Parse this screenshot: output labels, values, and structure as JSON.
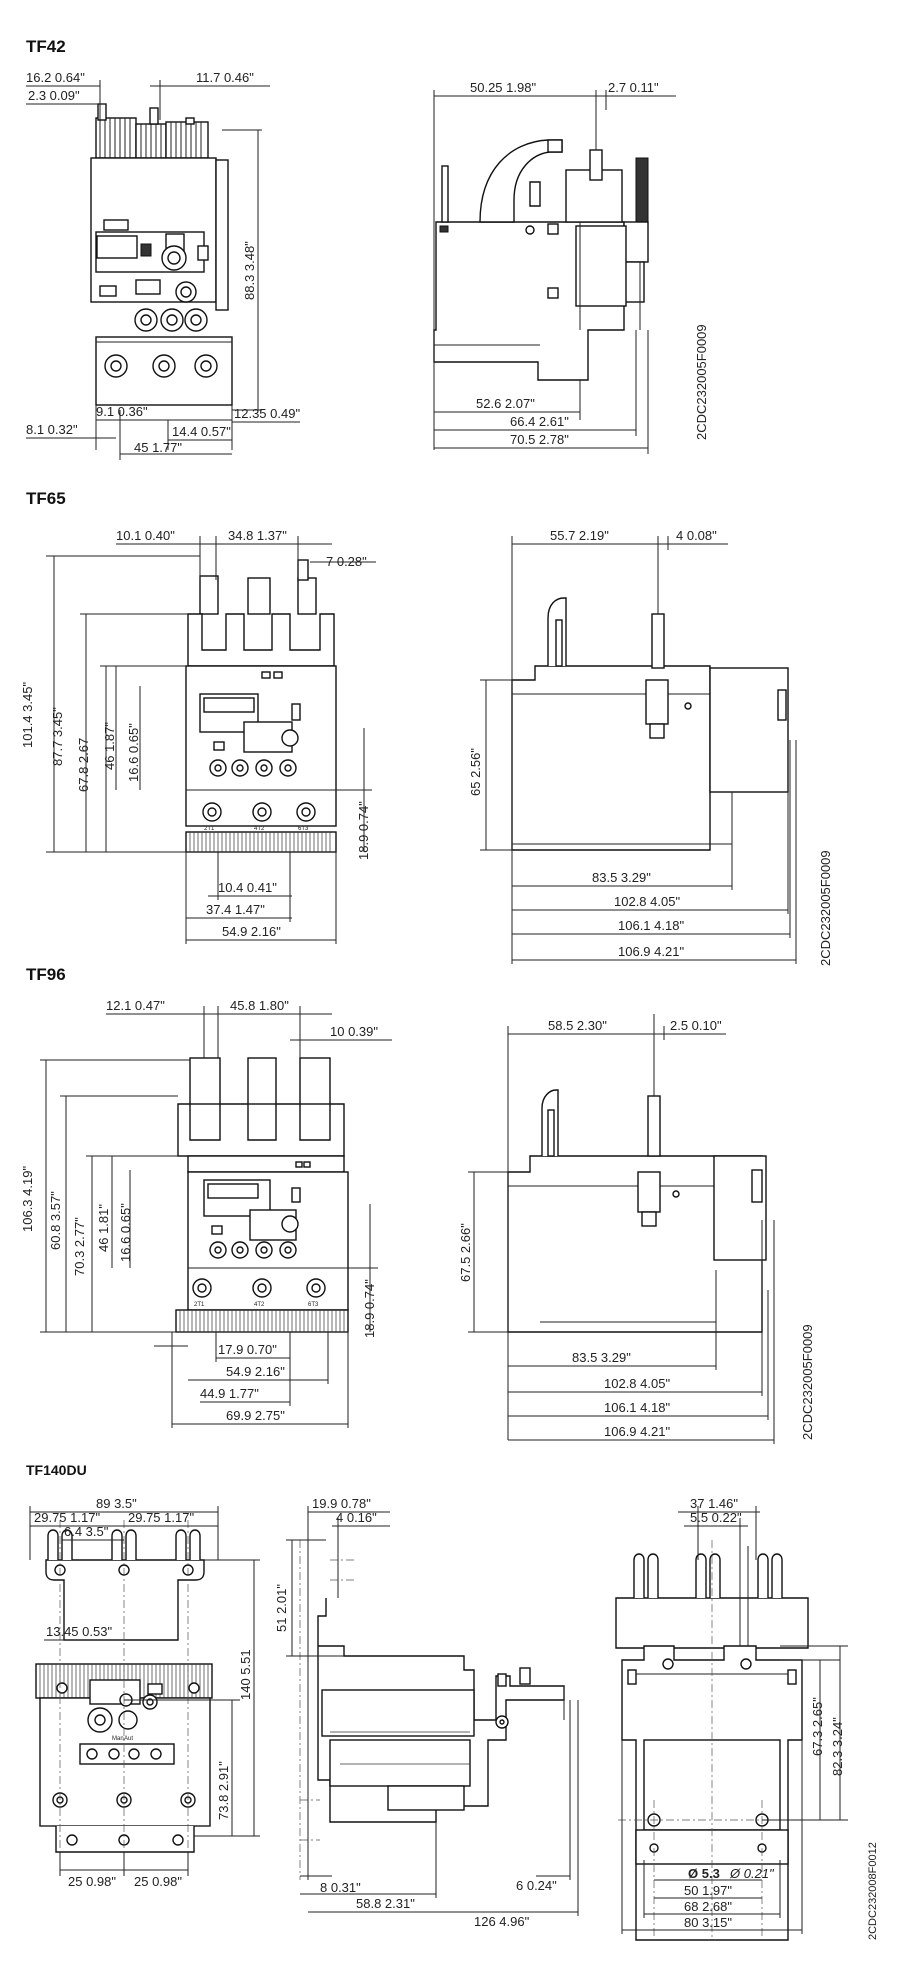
{
  "sections": {
    "tf42": {
      "title": "TF42",
      "code": "2CDC232005F0009",
      "dims": [
        "16.2  0.64\"",
        "2.3  0.09\"",
        "11.7  0.46\"",
        "88.3  3.48\"",
        "9.1  0.36\"",
        "12.35  0.49\"",
        "8.1  0.32\"",
        "14.4  0.57\"",
        "45  1.77\"",
        "50.25  1.98\"",
        "2.7  0.11\"",
        "52.6  2.07\"",
        "66.4  2.61\"",
        "70.5  2.78\""
      ]
    },
    "tf65": {
      "title": "TF65",
      "code": "2CDC232005F0009",
      "dims": [
        "10.1  0.40\"",
        "34.8  1.37\"",
        "7  0.28\"",
        "101.4  3.45\"",
        "87.7  3.45\"",
        "67.8  2.67",
        "46  1.87\"",
        "16.6  0.65\"",
        "18.9  0.74\"",
        "10.4  0.41\"",
        "37.4  1.47\"",
        "54.9  2.16\"",
        "55.7  2.19\"",
        "4  0.08\"",
        "65  2.56\"",
        "83.5  3.29\"",
        "102.8  4.05\"",
        "106.1  4.18\"",
        "106.9  4.21\""
      ],
      "terminals": [
        "2T1",
        "4T2",
        "6T3"
      ]
    },
    "tf96": {
      "title": "TF96",
      "code": "2CDC232005F0009",
      "dims": [
        "12.1  0.47\"",
        "45.8  1.80\"",
        "10  0.39\"",
        "106.3  4.19\"",
        "60.8  3.57\"",
        "70.3  2.77\"",
        "46  1.81\"",
        "16.6  0.65\"",
        "18.9  0.74\"",
        "17.9  0.70\"",
        "54.9  2.16\"",
        "44.9  1.77\"",
        "69.9  2.75\"",
        "58.5  2.30\"",
        "2.5  0.10\"",
        "67.5  2.66\"",
        "83.5  3.29\"",
        "102.8  4.05\"",
        "106.1  4.18\"",
        "106.9  4.21\""
      ],
      "terminals": [
        "2T1",
        "4T2",
        "6T3"
      ]
    },
    "tf140du": {
      "title": "TF140DU",
      "code": "2CDC232008F0012",
      "dims": [
        "89  3.5\"",
        "29.75  1.17\"",
        "29.75  1.17\"",
        "6.4  3.5\"",
        "13.45  0.53\"",
        "140  5.51",
        "73.8  2.91\"",
        "25  0.98\"",
        "25  0.98\"",
        "19.9  0.78\"",
        "4  0.16\"",
        "51  2.01\"",
        "8  0.31\"",
        "58.8  2.31\"",
        "6  0.24\"",
        "126  4.96\"",
        "37  1.46\"",
        "5.5  0.22\"",
        "67.3  2.65\"",
        "82.3  3.24\"",
        "Ø 5.3",
        "Ø 0.21\"",
        "50  1.97\"",
        "68  2.68\"",
        "80  3.15\""
      ],
      "labels": [
        "Man",
        "Aut"
      ]
    }
  }
}
